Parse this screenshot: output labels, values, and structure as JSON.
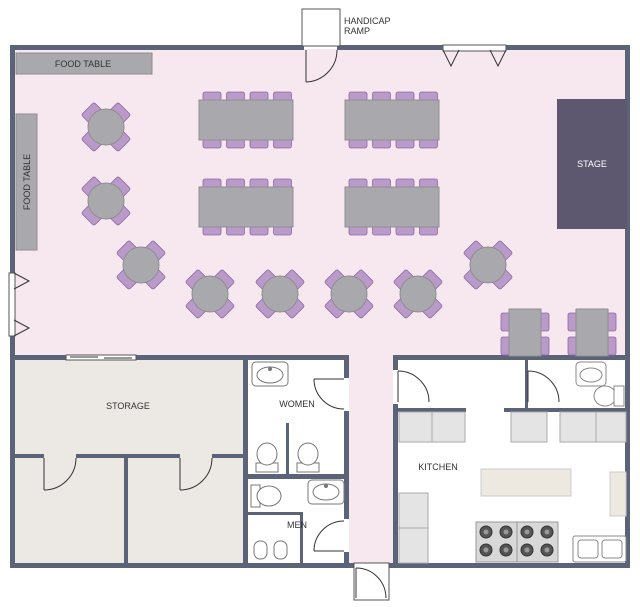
{
  "labels": {
    "ramp_line1": "HANDICAP",
    "ramp_line2": "RAMP",
    "food_table_top": "FOOD TABLE",
    "food_table_left": "FOOD TABLE",
    "stage": "STAGE",
    "storage": "STORAGE",
    "women": "WOMEN",
    "men": "MEN",
    "kitchen": "KITCHEN"
  },
  "colors": {
    "hall_floor": "#f7e7ee",
    "room_floor": "#ffffff",
    "storage_floor": "#ece9e4",
    "wall": "#5b6379",
    "stage": "#5d5870",
    "food_table": "#a9a9ad",
    "table": "#a9a9ad",
    "chair": "#b99ac9",
    "chair_edge": "#8d6aa6",
    "counter": "#e4e4e4"
  }
}
